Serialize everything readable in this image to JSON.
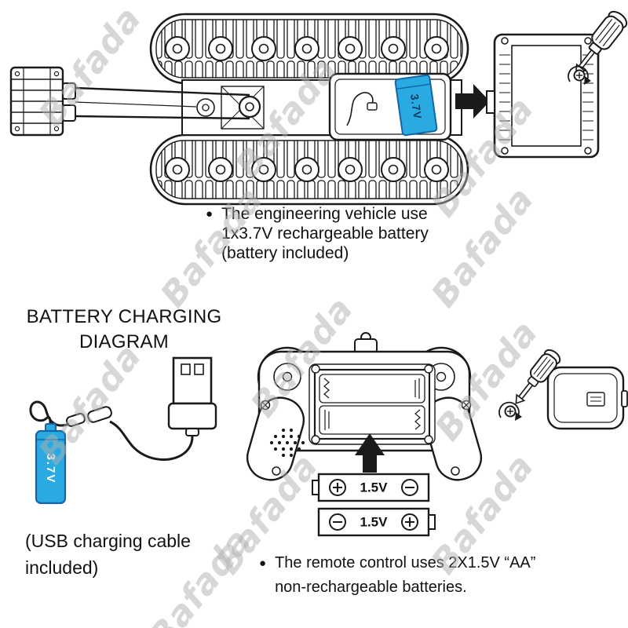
{
  "watermark": {
    "text": "Bafada"
  },
  "colors": {
    "battery_blue": "#29abe2",
    "line": "#1a1a1a",
    "watermark_gray": "#b0b0b0"
  },
  "vehicle_section": {
    "battery_label": "3.7V",
    "note": {
      "bullet": "●",
      "lines": [
        "The engineering vehicle use",
        "1x3.7V rechargeable battery",
        "(battery included)"
      ]
    }
  },
  "charging_section": {
    "heading": [
      "BATTERY CHARGING",
      "DIAGRAM"
    ],
    "battery_label": "3.7V",
    "caption": [
      "(USB charging cable",
      "included)"
    ]
  },
  "remote_section": {
    "batteries": [
      {
        "label": "1.5V",
        "left_terminal": "plus",
        "right_terminal": "minus"
      },
      {
        "label": "1.5V",
        "left_terminal": "minus",
        "right_terminal": "plus"
      }
    ],
    "note": {
      "bullet": "●",
      "lines": [
        "The remote control uses 2X1.5V “AA”",
        "non-rechargeable batteries."
      ]
    }
  }
}
